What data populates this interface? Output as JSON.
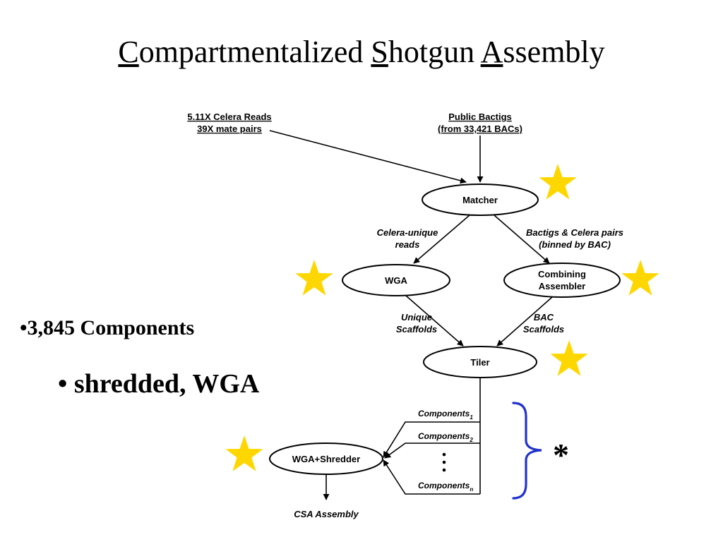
{
  "slide": {
    "title_parts": [
      {
        "initial": "C",
        "rest": "ompartmentalized "
      },
      {
        "initial": "S",
        "rest": "hotgun "
      },
      {
        "initial": "A",
        "rest": "ssembly"
      }
    ],
    "bullets": [
      {
        "marker": "•",
        "text": "3,845 Components"
      },
      {
        "marker": "• ",
        "text": "shredded, WGA"
      }
    ],
    "asterisk": "*"
  },
  "diagram": {
    "sources": {
      "celera_line1": "5.11X Celera Reads",
      "celera_line2": "39X mate pairs",
      "bactigs_line1": "Public Bactigs",
      "bactigs_line2": "(from 33,421 BACs)"
    },
    "nodes": {
      "matcher": "Matcher",
      "wga": "WGA",
      "combining_line1": "Combining",
      "combining_line2": "Assembler",
      "tiler": "Tiler",
      "wga_shredder": "WGA+Shredder",
      "csa_assembly": "CSA Assembly"
    },
    "edge_labels": {
      "celera_unique_line1": "Celera-unique",
      "celera_unique_line2": "reads",
      "bactigs_pairs_line1": "Bactigs & Celera pairs",
      "bactigs_pairs_line2": "(binned by BAC)",
      "unique_scaffolds_line1": "Unique",
      "unique_scaffolds_line2": "Scaffolds",
      "bac_scaffolds_line1": "BAC",
      "bac_scaffolds_line2": "Scaffolds"
    },
    "components": {
      "label": "Components",
      "subscripts": [
        "1",
        "2",
        "n"
      ]
    }
  },
  "colors": {
    "star": "#FFD700",
    "brace": "#2233CC"
  },
  "icons": [
    "star-icon",
    "curly-brace-icon"
  ]
}
